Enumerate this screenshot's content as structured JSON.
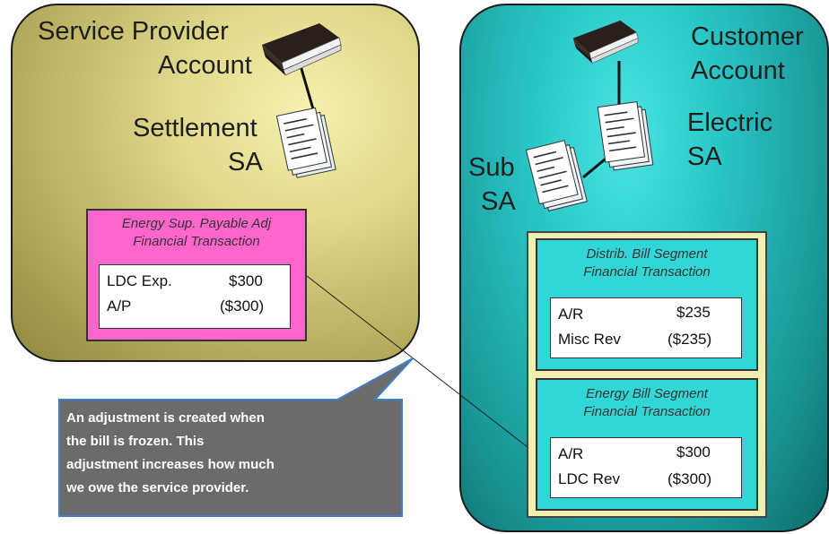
{
  "left_panel": {
    "title_line1": "Service Provider",
    "title_line2": "Account",
    "sa_line1": "Settlement",
    "sa_line2": "SA",
    "ft": {
      "title_line1": "Energy Sup. Payable Adj",
      "title_line2": "Financial Transaction",
      "rows": [
        {
          "label": "LDC Exp.",
          "amount": "$300"
        },
        {
          "label": "A/P",
          "amount": "($300)"
        }
      ]
    }
  },
  "right_panel": {
    "title_line1": "Customer",
    "title_line2": "Account",
    "electric_line1": "Electric",
    "electric_line2": "SA",
    "sub_line1": "Sub",
    "sub_line2": "SA",
    "ft_distrib": {
      "title_line1": "Distrib. Bill Segment",
      "title_line2": "Financial Transaction",
      "rows": [
        {
          "label": "A/R",
          "amount": "$235"
        },
        {
          "label": "Misc Rev",
          "amount": "($235)"
        }
      ]
    },
    "ft_energy": {
      "title_line1": "Energy Bill Segment",
      "title_line2": "Financial Transaction",
      "rows": [
        {
          "label": "A/R",
          "amount": "$300"
        },
        {
          "label": "LDC Rev",
          "amount": "($300)"
        }
      ]
    }
  },
  "callout": {
    "lines": [
      "An adjustment is created when",
      "the bill is frozen.  This",
      "adjustment increases how much",
      "we owe the service provider."
    ]
  },
  "colors": {
    "left_panel": "#c9c07a",
    "right_panel": "#22b5b5",
    "pink_box": "#ff66cc",
    "yellow_box": "#f3efb0",
    "cyan_box": "#33d6d6",
    "callout": "#6b6b6b",
    "callout_border": "#3f7fd0"
  },
  "icons": [
    "ledger-book-icon",
    "document-stack-icon"
  ]
}
